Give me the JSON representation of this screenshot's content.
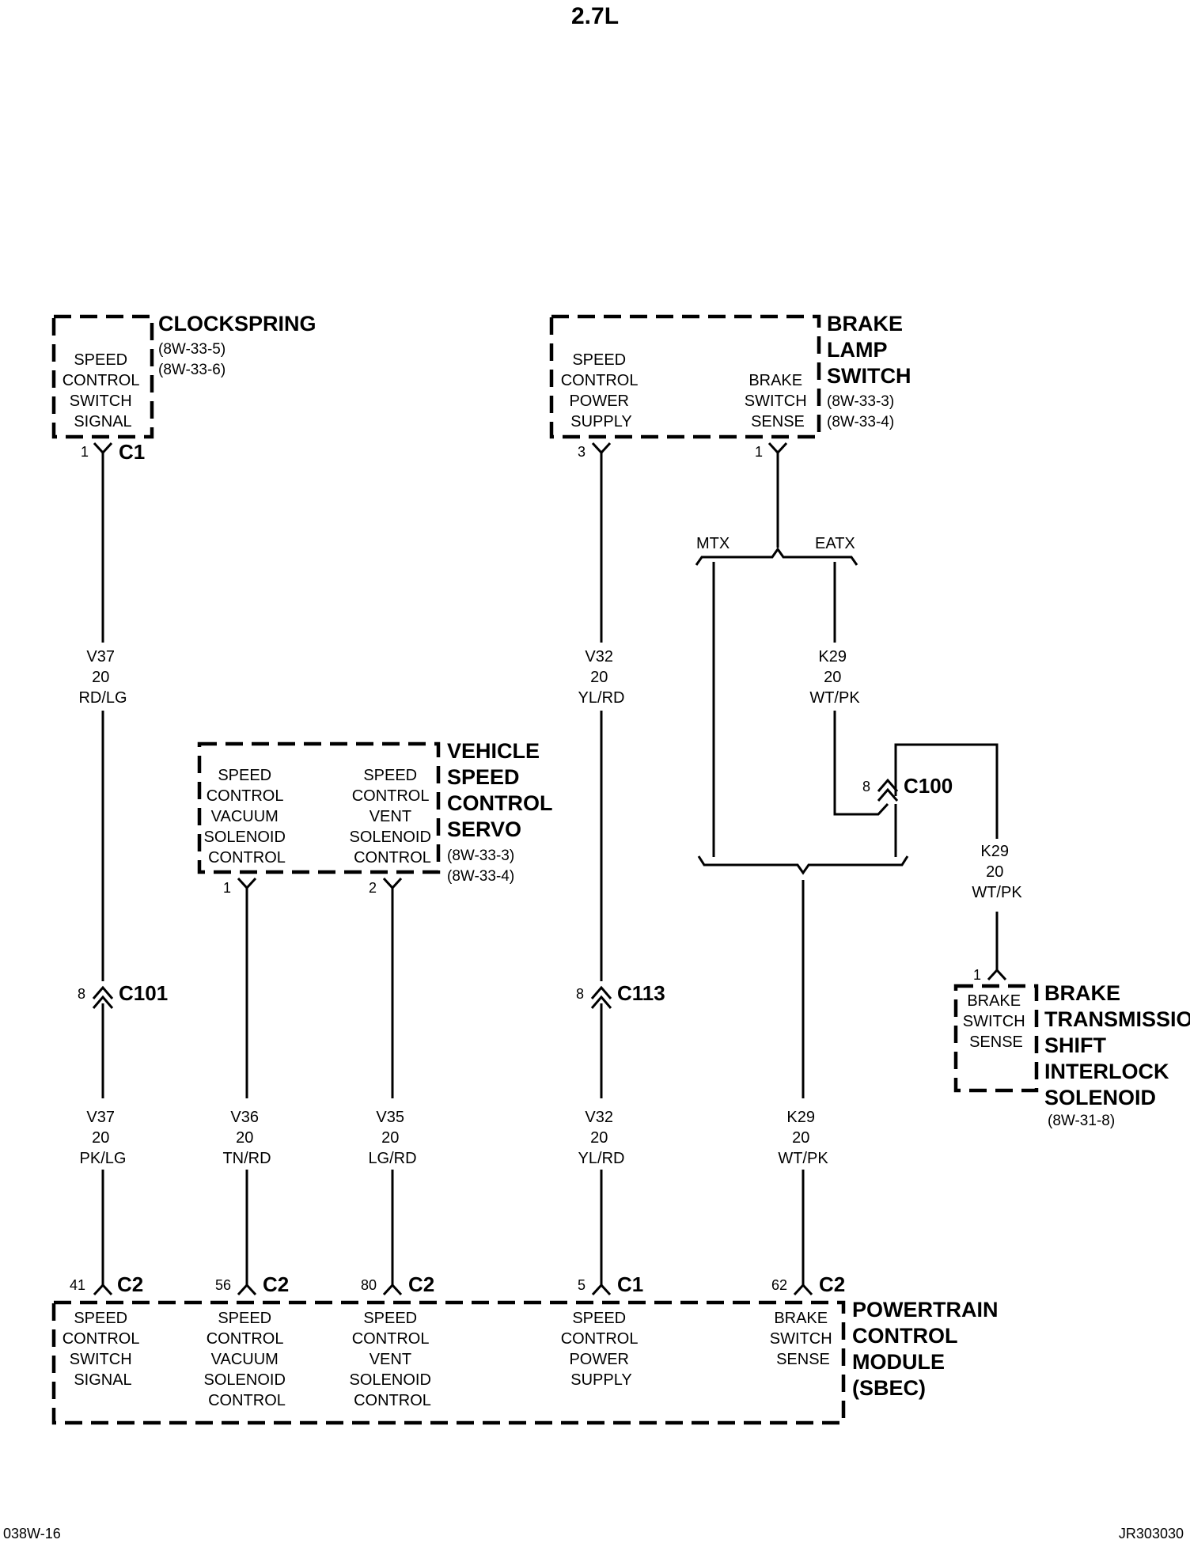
{
  "title": "2.7L",
  "footer": {
    "left": "038W-16",
    "right": "JR303030"
  },
  "components": {
    "clockspring": {
      "name": "CLOCKSPRING",
      "refs": [
        "(8W-33-5)",
        "(8W-33-6)"
      ],
      "label": [
        "SPEED",
        "CONTROL",
        "SWITCH",
        "SIGNAL"
      ],
      "pin": "1",
      "connector": "C1"
    },
    "brake_lamp_switch": {
      "name": [
        "BRAKE",
        "LAMP",
        "SWITCH"
      ],
      "refs": [
        "(8W-33-3)",
        "(8W-33-4)"
      ],
      "label_left": [
        "SPEED",
        "CONTROL",
        "POWER",
        "SUPPLY"
      ],
      "label_right": [
        "BRAKE",
        "SWITCH",
        "SENSE"
      ],
      "pin_left": "3",
      "pin_right": "1"
    },
    "servo": {
      "name": [
        "VEHICLE",
        "SPEED",
        "CONTROL",
        "SERVO"
      ],
      "refs": [
        "(8W-33-3)",
        "(8W-33-4)"
      ],
      "label_left": [
        "SPEED",
        "CONTROL",
        "VACUUM",
        "SOLENOID",
        "CONTROL"
      ],
      "label_right": [
        "SPEED",
        "CONTROL",
        "VENT",
        "SOLENOID",
        "CONTROL"
      ],
      "pin_left": "1",
      "pin_right": "2"
    },
    "interlock": {
      "name": [
        "BRAKE",
        "TRANSMISSION",
        "SHIFT",
        "INTERLOCK",
        "SOLENOID"
      ],
      "refs": [
        "(8W-31-8)"
      ],
      "label": [
        "BRAKE",
        "SWITCH",
        "SENSE"
      ],
      "pin": "1"
    },
    "pcm": {
      "name": [
        "POWERTRAIN",
        "CONTROL",
        "MODULE",
        "(SBEC)"
      ],
      "labels": [
        [
          "SPEED",
          "CONTROL",
          "SWITCH",
          "SIGNAL"
        ],
        [
          "SPEED",
          "CONTROL",
          "VACUUM",
          "SOLENOID",
          "CONTROL"
        ],
        [
          "SPEED",
          "CONTROL",
          "VENT",
          "SOLENOID",
          "CONTROL"
        ],
        [
          "SPEED",
          "CONTROL",
          "POWER",
          "SUPPLY"
        ],
        [
          "BRAKE",
          "SWITCH",
          "SENSE"
        ]
      ],
      "pins": [
        {
          "pin": "41",
          "connector": "C2"
        },
        {
          "pin": "56",
          "connector": "C2"
        },
        {
          "pin": "80",
          "connector": "C2"
        },
        {
          "pin": "5",
          "connector": "C1"
        },
        {
          "pin": "62",
          "connector": "C2"
        }
      ]
    }
  },
  "wires": {
    "v37_upper": [
      "V37",
      "20",
      "RD/LG"
    ],
    "v32_upper": [
      "V32",
      "20",
      "YL/RD"
    ],
    "k29_eatx": [
      "K29",
      "20",
      "WT/PK"
    ],
    "k29_interlock": [
      "K29",
      "20",
      "WT/PK"
    ],
    "v37_lower": [
      "V37",
      "20",
      "PK/LG"
    ],
    "v36": [
      "V36",
      "20",
      "TN/RD"
    ],
    "v35": [
      "V35",
      "20",
      "LG/RD"
    ],
    "v32_lower": [
      "V32",
      "20",
      "YL/RD"
    ],
    "k29_lower": [
      "K29",
      "20",
      "WT/PK"
    ]
  },
  "inline_connectors": {
    "c101": {
      "pin": "8",
      "name": "C101"
    },
    "c113": {
      "pin": "8",
      "name": "C113"
    },
    "c100": {
      "pin": "8",
      "name": "C100"
    }
  },
  "branches": {
    "mtx": "MTX",
    "eatx": "EATX"
  }
}
